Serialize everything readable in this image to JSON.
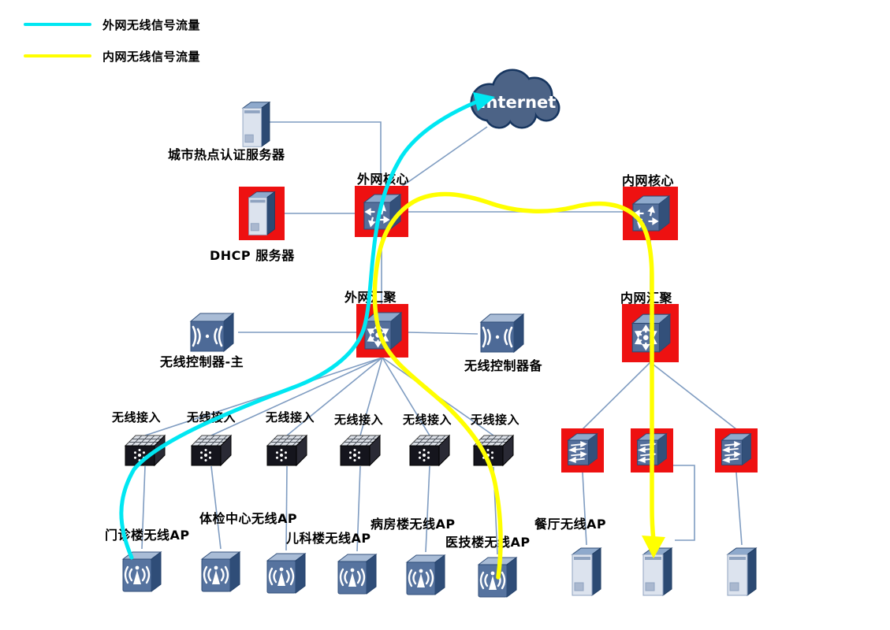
{
  "legend": [
    {
      "label": "外网无线信号流量",
      "color": "#00e7f2"
    },
    {
      "label": "内网无线信号流量",
      "color": "#ffff00"
    }
  ],
  "cloud": {
    "label": "Internet"
  },
  "nodes": {
    "auth_server": {
      "label": "城市热点认证服务器",
      "type": "tower-server",
      "highlighted": false
    },
    "dhcp_server": {
      "label": "DHCP 服务器",
      "type": "tower-server",
      "highlighted": true
    },
    "ext_core": {
      "label": "外网核心",
      "type": "core-router",
      "highlighted": true
    },
    "int_core": {
      "label": "内网核心",
      "type": "core-router",
      "highlighted": true
    },
    "ext_agg": {
      "label": "外网汇聚",
      "type": "aggregation-switch",
      "highlighted": true
    },
    "int_agg": {
      "label": "内网汇聚",
      "type": "aggregation-switch",
      "highlighted": true
    },
    "wlc_primary": {
      "label": "无线控制器-主",
      "type": "wireless-controller",
      "highlighted": false
    },
    "wlc_backup": {
      "label": "无线控制器备",
      "type": "wireless-controller",
      "highlighted": false
    }
  },
  "access_switch_labels": [
    "无线接入",
    "无线接入",
    "无线接入",
    "无线接入",
    "无线接入",
    "无线接入"
  ],
  "ap_labels": [
    "门诊楼无线AP",
    "体检中心无线AP",
    "儿科楼无线AP",
    "病房楼无线AP",
    "医技楼无线AP",
    "餐厅无线AP"
  ],
  "colors": {
    "highlight": "#ee1111",
    "wire": "#7f9cc1",
    "flow_external": "#00e7f2",
    "flow_internal": "#ffff00",
    "cloud_fill": "#4c6386",
    "cloud_border": "#16355f"
  }
}
